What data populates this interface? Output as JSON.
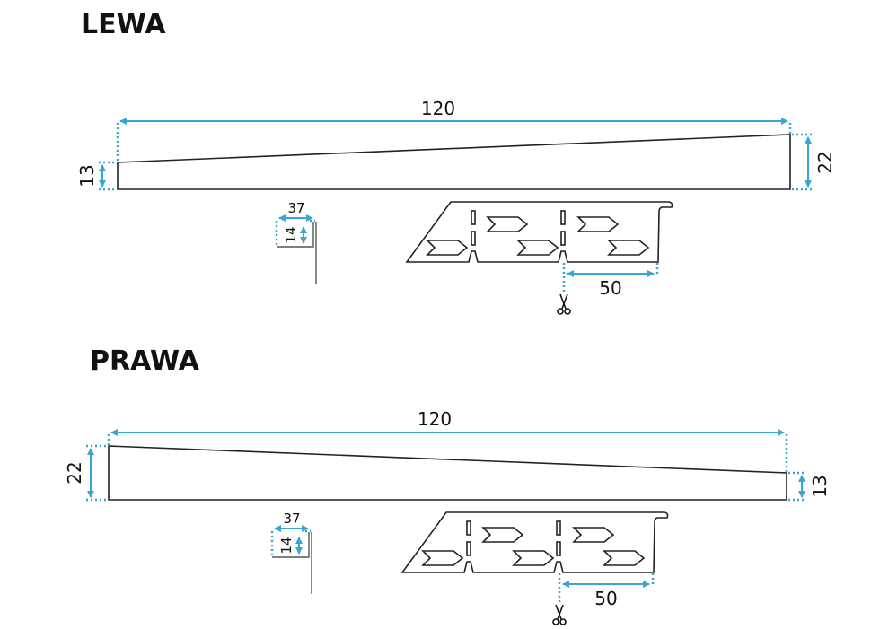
{
  "sections": [
    {
      "title": "LEWA",
      "length": "120",
      "left_height": "13",
      "right_height": "22",
      "profile_width": "37",
      "profile_height": "14",
      "connector_spacing": "50"
    },
    {
      "title": "PRAWA",
      "length": "120",
      "left_height": "22",
      "right_height": "13",
      "profile_width": "37",
      "profile_height": "14",
      "connector_spacing": "50"
    }
  ],
  "colors": {
    "dimension": "#3aa6d0",
    "outline": "#222222"
  }
}
